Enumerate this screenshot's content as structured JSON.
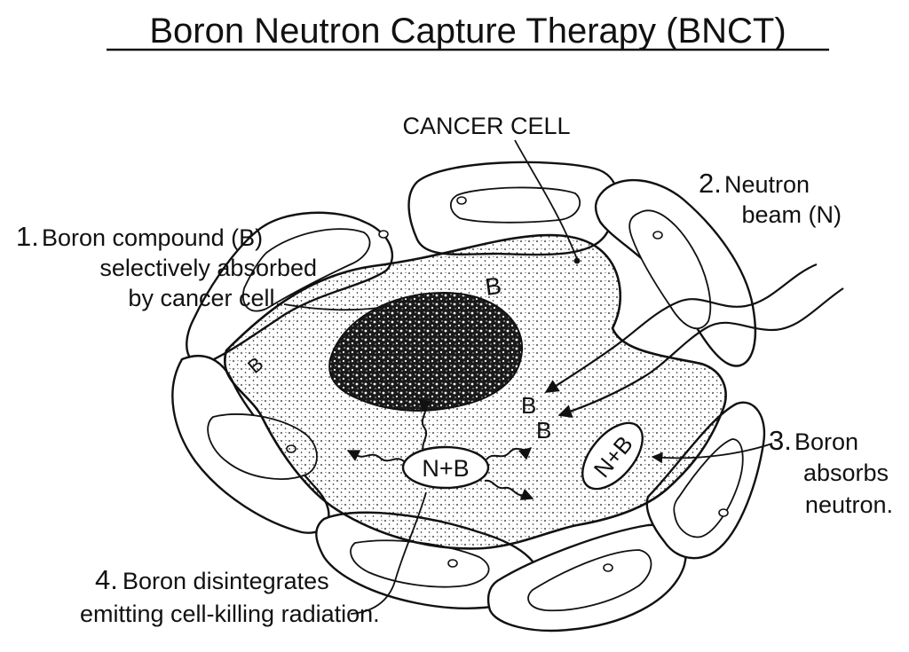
{
  "title": "Boron Neutron Capture Therapy (BNCT)",
  "labels": {
    "cancer_cell": "CANCER CELL",
    "step1_number": "1.",
    "step1_lines": [
      "Boron compound (B)",
      "selectively absorbed",
      "by cancer cell."
    ],
    "step2_number": "2.",
    "step2_lines": [
      "Neutron",
      "beam (N)"
    ],
    "step3_number": "3.",
    "step3_lines": [
      "Boron",
      "absorbs",
      "neutron."
    ],
    "step4_number": "4.",
    "step4_lines": [
      "Boron disintegrates",
      "emitting cell-killing radiation."
    ]
  },
  "markers": {
    "boron": "B",
    "capture": "N+B"
  }
}
